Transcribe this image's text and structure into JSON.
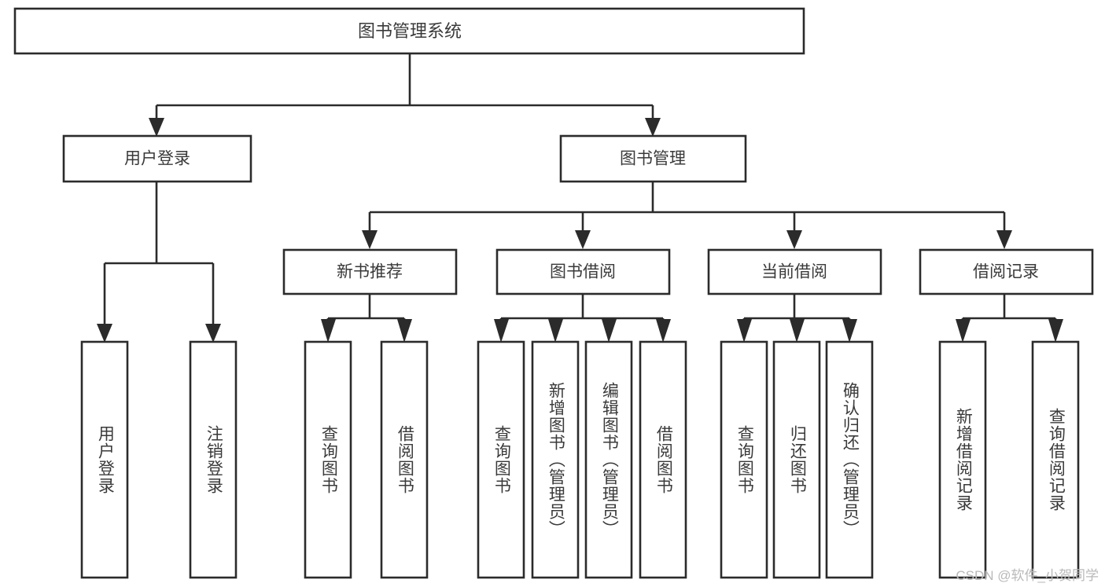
{
  "diagram": {
    "type": "tree-hierarchy",
    "title": "图书管理系统",
    "root": {
      "label": "图书管理系统"
    },
    "level1": [
      {
        "label": "用户登录"
      },
      {
        "label": "图书管理"
      }
    ],
    "level2": [
      {
        "label": "新书推荐",
        "parent": "图书管理"
      },
      {
        "label": "图书借阅",
        "parent": "图书管理"
      },
      {
        "label": "当前借阅",
        "parent": "图书管理"
      },
      {
        "label": "借阅记录",
        "parent": "图书管理"
      }
    ],
    "leaves": {
      "user_login": [
        {
          "label": "用户登录"
        },
        {
          "label": "注销登录"
        }
      ],
      "new_book_recommend": [
        {
          "label": "查询图书"
        },
        {
          "label": "借阅图书"
        }
      ],
      "book_borrow": [
        {
          "label": "查询图书"
        },
        {
          "label": "新增图书（管理员）"
        },
        {
          "label": "编辑图书（管理员）"
        },
        {
          "label": "借阅图书"
        }
      ],
      "current_borrow": [
        {
          "label": "查询图书"
        },
        {
          "label": "归还图书"
        },
        {
          "label": "确认归还（管理员）"
        }
      ],
      "borrow_record": [
        {
          "label": "新增借阅记录"
        },
        {
          "label": "查询借阅记录"
        }
      ]
    }
  },
  "watermark": {
    "text": "CSDN @软件_小贺同学"
  },
  "colors": {
    "stroke": "#2b2b2b",
    "text": "#3a3a3a",
    "background": "#ffffff",
    "watermark": "#b9b9b9"
  }
}
